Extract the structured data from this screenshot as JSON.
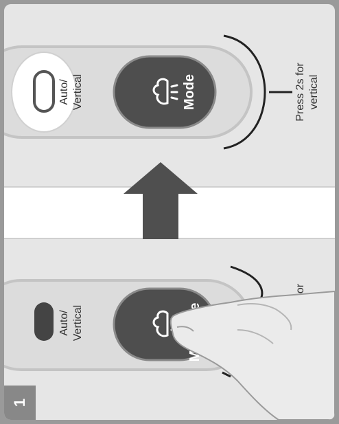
{
  "step": {
    "number": "1"
  },
  "top_panel": {
    "indicator_label_line1": "Auto/",
    "indicator_label_line2": "Vertical",
    "button_label": "Mode",
    "hint_line1": "Press 2s for",
    "hint_line2": "vertical"
  },
  "bottom_panel": {
    "indicator_label_line1": "Auto/",
    "indicator_label_line2": "Vertical",
    "button_label_visible_top": "e",
    "button_label_visible_bottom": "M",
    "hint_partial": "or"
  },
  "colors": {
    "button_fill": "#4e4e4e",
    "indicator_light_on": "#ffffff",
    "indicator_light_off": "#444444",
    "step_badge": "#888888",
    "arrow": "#4f4f4f"
  },
  "icons": [
    "steam-icon",
    "up-arrow-icon",
    "finger-hand-icon"
  ]
}
